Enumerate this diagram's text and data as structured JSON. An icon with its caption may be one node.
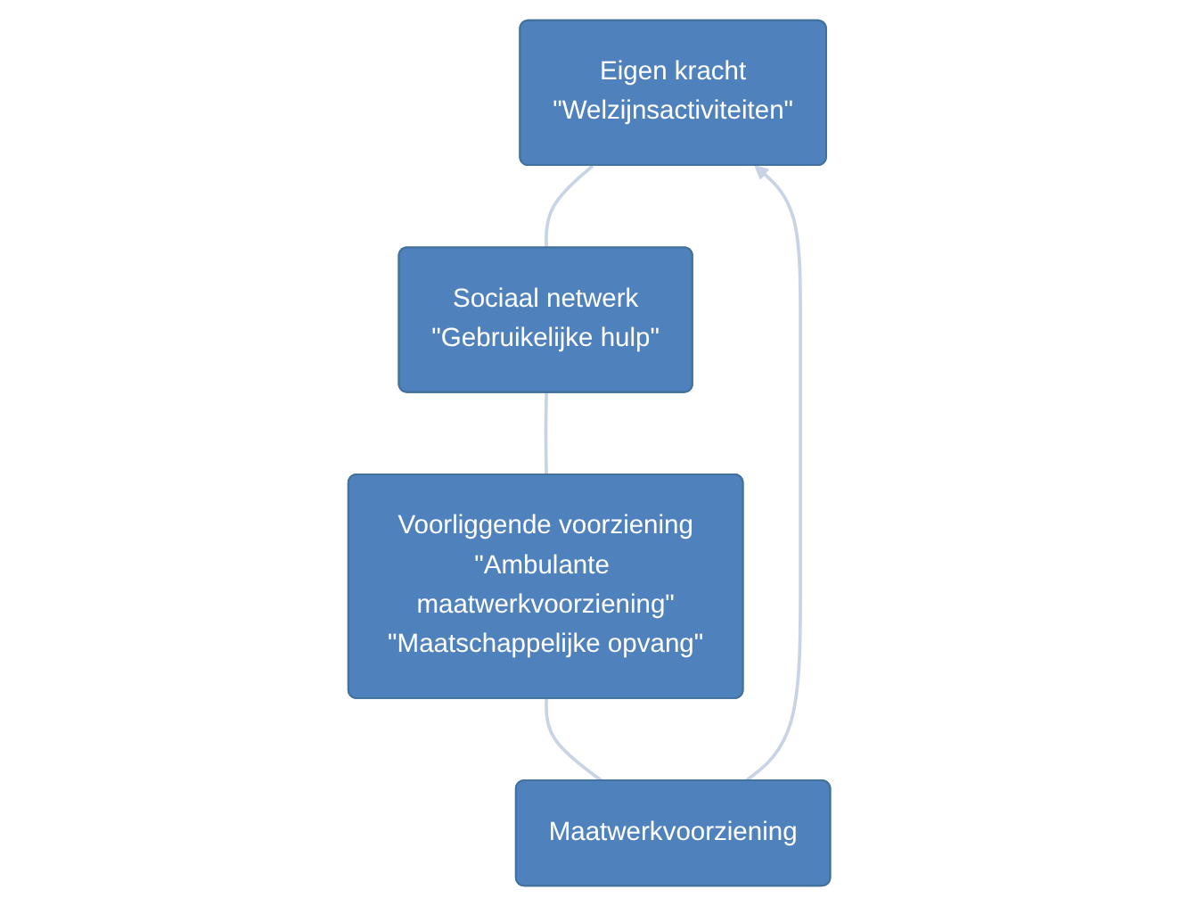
{
  "diagram": {
    "nodes": [
      {
        "text": [
          "Eigen kracht",
          "\"Welzijnsactiviteiten\""
        ]
      },
      {
        "text": [
          "Sociaal netwerk",
          "\"Gebruikelijke hulp\""
        ]
      },
      {
        "text": [
          "Voorliggende voorziening",
          "\"Ambulante maatwerkvoorziening\"",
          "\"Maatschappelijke opvang\""
        ]
      },
      {
        "text": [
          "Maatwerkvoorziening"
        ]
      }
    ],
    "edges": [
      {
        "from": 0,
        "to": 1,
        "arrow": "none"
      },
      {
        "from": 1,
        "to": 2,
        "arrow": "none"
      },
      {
        "from": 2,
        "to": 3,
        "arrow": "none"
      },
      {
        "from": 3,
        "to": 0,
        "arrow": "to"
      }
    ]
  }
}
